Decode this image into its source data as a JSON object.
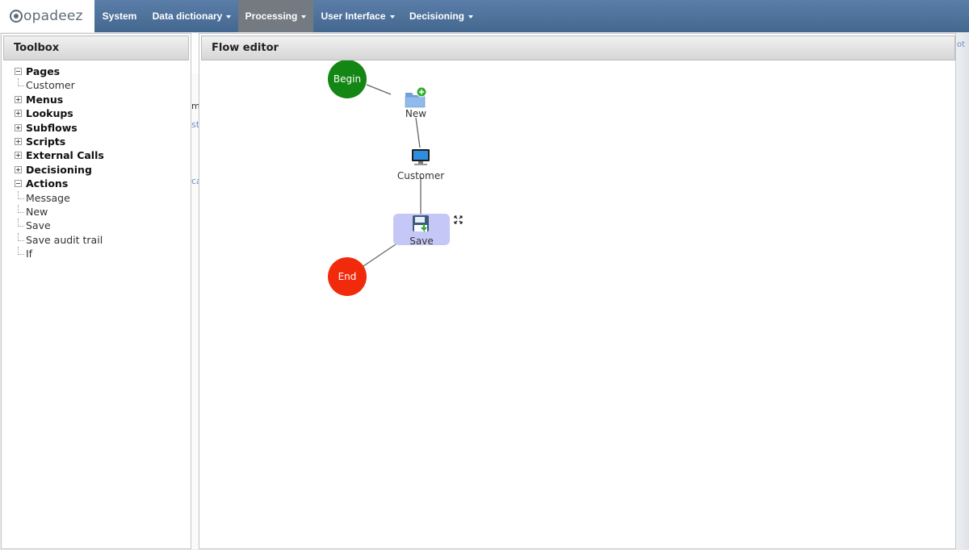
{
  "brand": {
    "name": "opadeez"
  },
  "nav": {
    "items": [
      {
        "label": "System",
        "dropdown": false,
        "active": false
      },
      {
        "label": "Data dictionary",
        "dropdown": true,
        "active": false
      },
      {
        "label": "Processing",
        "dropdown": true,
        "active": true
      },
      {
        "label": "User Interface",
        "dropdown": true,
        "active": false
      },
      {
        "label": "Decisioning",
        "dropdown": true,
        "active": false
      }
    ]
  },
  "toolbox": {
    "title": "Toolbox",
    "tree": [
      {
        "label": "Pages",
        "state": "expanded",
        "children": [
          "Customer"
        ]
      },
      {
        "label": "Menus",
        "state": "collapsed"
      },
      {
        "label": "Lookups",
        "state": "collapsed"
      },
      {
        "label": "Subflows",
        "state": "collapsed"
      },
      {
        "label": "Scripts",
        "state": "collapsed"
      },
      {
        "label": "External Calls",
        "state": "collapsed"
      },
      {
        "label": "Decisioning",
        "state": "collapsed"
      },
      {
        "label": "Actions",
        "state": "expanded",
        "children": [
          "Message",
          "New",
          "Save",
          "Save audit trail",
          "If"
        ]
      }
    ]
  },
  "behind": {
    "fragments": [
      "m",
      "st",
      "ca"
    ],
    "right_fragment": "ot"
  },
  "editor": {
    "title": "Flow editor",
    "nodes": {
      "begin": {
        "label": "Begin",
        "color": "#138613"
      },
      "new": {
        "label": "New",
        "icon": "folder-add-icon"
      },
      "customer": {
        "label": "Customer",
        "icon": "monitor-icon"
      },
      "save": {
        "label": "Save",
        "icon": "floppy-disk-icon",
        "selected": true,
        "highlight": "#c5c8f7"
      },
      "end": {
        "label": "End",
        "color": "#f12a0c"
      }
    }
  },
  "colors": {
    "navbar": "#4d709a",
    "nav_active": "#737a82",
    "link": "#6b8fc2"
  }
}
